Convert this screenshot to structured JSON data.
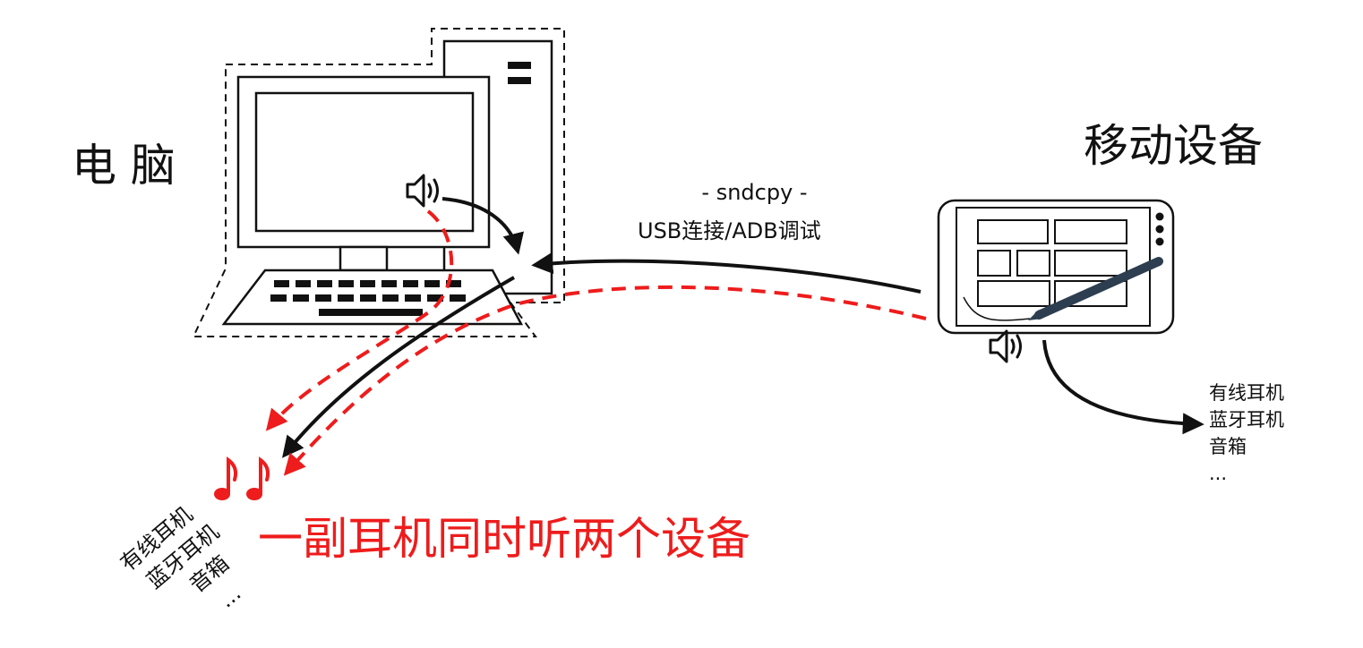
{
  "labels": {
    "pc": "电 脑",
    "mobile": "移动设备",
    "protocol_line1": "- sndcpy -",
    "protocol_line2": "USB连接/ADB调试",
    "headline": "一副耳机同时听两个设备"
  },
  "mobile_outputs": [
    "有线耳机",
    "蓝牙耳机",
    "音箱",
    "..."
  ],
  "pc_outputs": [
    "有线耳机",
    "蓝牙耳机",
    "音箱",
    "..."
  ],
  "icons": {
    "speaker": "speaker-icon",
    "music": "music-notes-icon",
    "stylus": "stylus-icon"
  },
  "colors": {
    "line": "#111111",
    "accent": "#ee1c1c",
    "stylus": "#2c3e50"
  }
}
